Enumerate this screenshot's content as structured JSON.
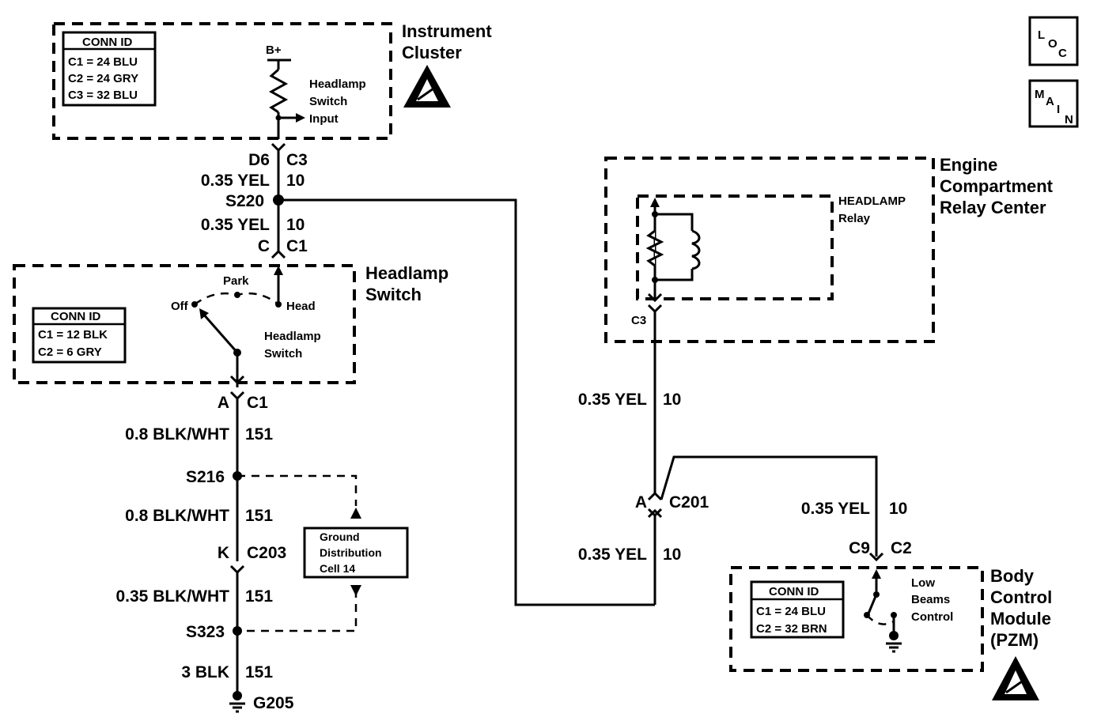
{
  "icons": {
    "esd": "esd-warning-icon",
    "ground": "ground-icon",
    "resistor": "resistor-icon",
    "coil": "coil-icon"
  },
  "nav": {
    "loc": [
      "L",
      "O",
      "C"
    ],
    "main": [
      "M",
      "A",
      "I",
      "N"
    ]
  },
  "instrument_cluster": {
    "title_1": "Instrument",
    "title_2": "Cluster",
    "conn_title": "CONN ID",
    "conn": [
      "C1 = 24 BLU",
      "C2 = 24 GRY",
      "C3 = 32 BLU"
    ],
    "supply": "B+",
    "input_1": "Headlamp",
    "input_2": "Switch",
    "input_3": "Input"
  },
  "left_harness": {
    "pin_d6": "D6",
    "conn_c3": "C3",
    "wire_1_color": "0.35 YEL",
    "wire_1_circuit": "10",
    "splice_s220": "S220",
    "wire_2_color": "0.35 YEL",
    "wire_2_circuit": "10",
    "pin_c": "C",
    "conn_c1": "C1"
  },
  "headlamp_switch": {
    "title_1": "Headlamp",
    "title_2": "Switch",
    "conn_title": "CONN ID",
    "conn": [
      "C1 = 12 BLK",
      "C2 = 6 GRY"
    ],
    "pos_off": "Off",
    "pos_park": "Park",
    "pos_head": "Head",
    "switch_1": "Headlamp",
    "switch_2": "Switch"
  },
  "ground_path": {
    "pin_a": "A",
    "conn_c1": "C1",
    "wire_1_color": "0.8 BLK/WHT",
    "wire_1_circuit": "151",
    "splice_s216": "S216",
    "wire_2_color": "0.8 BLK/WHT",
    "wire_2_circuit": "151",
    "pin_k": "K",
    "conn_c203": "C203",
    "wire_3_color": "0.35 BLK/WHT",
    "wire_3_circuit": "151",
    "splice_s323": "S323",
    "wire_4_color": "3 BLK",
    "wire_4_circuit": "151",
    "ground_g205": "G205",
    "gdc_1": "Ground",
    "gdc_2": "Distribution",
    "gdc_3": "Cell 14"
  },
  "relay_center": {
    "title_1": "Engine",
    "title_2": "Compartment",
    "title_3": "Relay Center",
    "relay_1": "HEADLAMP",
    "relay_2": "Relay",
    "conn_c3": "C3"
  },
  "right_harness": {
    "wire_1_color": "0.35 YEL",
    "wire_1_circuit": "10",
    "pin_a": "A",
    "conn_c201": "C201",
    "wire_2_color": "0.35 YEL",
    "wire_2_circuit": "10",
    "wire_3_color": "0.35 YEL",
    "wire_3_circuit": "10",
    "pin_c9": "C9",
    "conn_c2": "C2"
  },
  "bcm": {
    "title_1": "Body",
    "title_2": "Control",
    "title_3": "Module",
    "title_4": "(PZM)",
    "conn_title": "CONN ID",
    "conn": [
      "C1 = 24 BLU",
      "C2 = 32 BRN"
    ],
    "ctrl_1": "Low",
    "ctrl_2": "Beams",
    "ctrl_3": "Control"
  }
}
